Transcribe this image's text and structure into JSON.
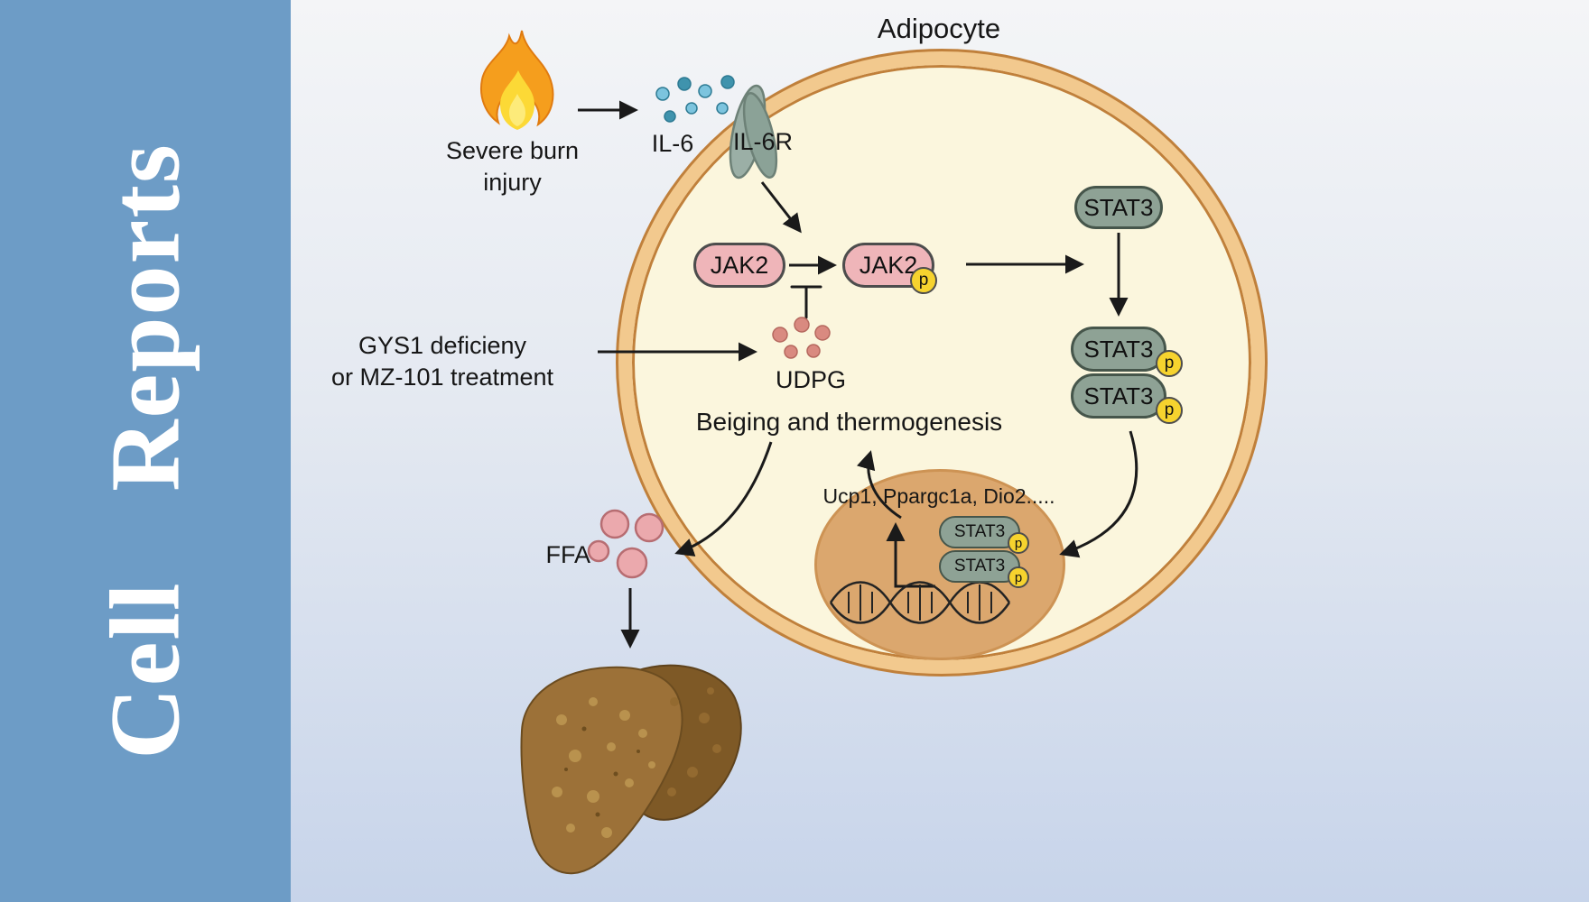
{
  "journal": {
    "name": "Cell Reports"
  },
  "cell": {
    "label": "Adipocyte"
  },
  "labels": {
    "severe_burn_line1": "Severe burn",
    "severe_burn_line2": "injury",
    "il6": "IL-6",
    "il6r": "IL-6R",
    "jak2": "JAK2",
    "stat3": "STAT3",
    "phospho": "p",
    "gys1_line1": "GYS1 deficieny",
    "gys1_line2": "or MZ-101 treatment",
    "udpg": "UDPG",
    "beiging": "Beiging and thermogenesis",
    "target_genes": "Ucp1, Ppargc1a, Dio2.....",
    "ffa": "FFA"
  },
  "colors": {
    "sidebar_blue": "#6d9cc6",
    "panel_top": "#f4f5f7",
    "panel_bottom": "#c7d4ea",
    "membrane_band": "#f2c98e",
    "membrane_edge": "#c0803b",
    "cytoplasm": "#fbf6dd",
    "nucleus_fill": "#dba76e",
    "jak2_fill": "#efb5b9",
    "stat3_fill": "#8ea295",
    "phospho_fill": "#f6d32e",
    "il6_dot_light": "#7cc4de",
    "il6_dot_dark": "#3f93ad",
    "receptor_fill": "#9bafa6",
    "udpg_dot": "#d98a80",
    "ffa_fill": "#eba9ad",
    "flame_outer": "#f59e1d",
    "flame_inner": "#fcd936",
    "liver_left_lobe": "#9c7138",
    "liver_right_lobe": "#7e5926",
    "arrow": "#1a1a1a"
  },
  "icons": {
    "fire": "flame shape (severe burn injury)",
    "il6r_receptor": "membrane receptor blob",
    "dna": "double helix",
    "liver": "liver organ",
    "inhibition": "T-bar blunt arrow"
  }
}
